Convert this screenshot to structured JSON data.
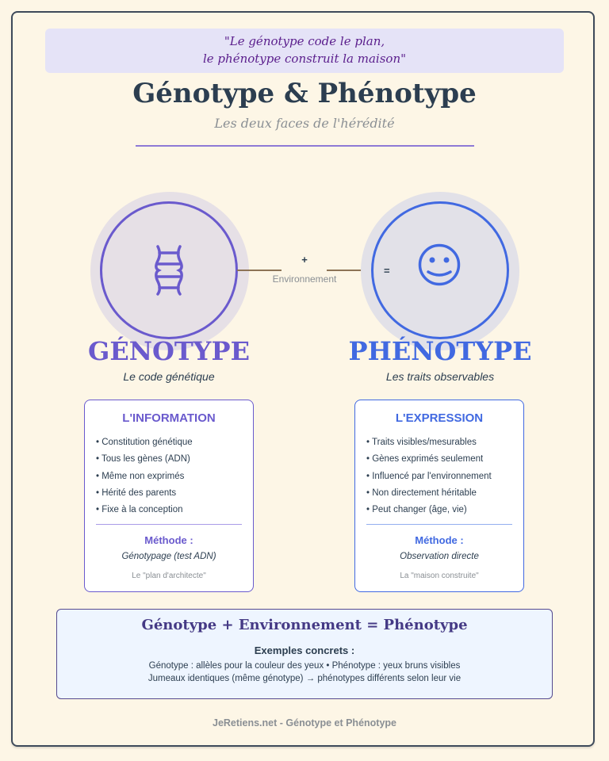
{
  "quote": {
    "line1": "\"Le génotype code le plan,",
    "line2": "le phénotype construit la maison\""
  },
  "header": {
    "title": "Génotype & Phénotype",
    "subtitle": "Les deux faces de l'hérédité"
  },
  "diagram": {
    "plus": "+",
    "environment": "Environnement",
    "equals": "=",
    "genotype": {
      "icon": "dna-icon",
      "label": "GÉNOTYPE",
      "caption": "Le code génétique",
      "color": "#6a5acd"
    },
    "phenotype": {
      "icon": "smiley-face-icon",
      "label": "PHÉNOTYPE",
      "caption": "Les traits observables",
      "color": "#4169e1"
    }
  },
  "cards": {
    "genotype": {
      "title": "L'INFORMATION",
      "items": [
        "• Constitution génétique",
        "• Tous les gènes (ADN)",
        "• Même non exprimés",
        "• Hérité des parents",
        "• Fixe à la conception"
      ],
      "method_label": "Méthode :",
      "method_value": "Génotypage (test ADN)",
      "note": "Le \"plan d'architecte\""
    },
    "phenotype": {
      "title": "L'EXPRESSION",
      "items": [
        "• Traits visibles/mesurables",
        "• Gènes exprimés seulement",
        "• Influencé par l'environnement",
        "• Non directement héritable",
        "• Peut changer (âge, vie)"
      ],
      "method_label": "Méthode :",
      "method_value": "Observation directe",
      "note": "La \"maison construite\""
    }
  },
  "formula": {
    "equation": "Génotype + Environnement = Phénotype",
    "examples_title": "Exemples concrets :",
    "examples": [
      "Génotype : allèles pour la couleur des yeux • Phénotype : yeux bruns visibles",
      "Jumeaux identiques (même génotype) → phénotypes différents selon leur vie"
    ]
  },
  "footer": "JeRetiens.net - Génotype et Phénotype"
}
